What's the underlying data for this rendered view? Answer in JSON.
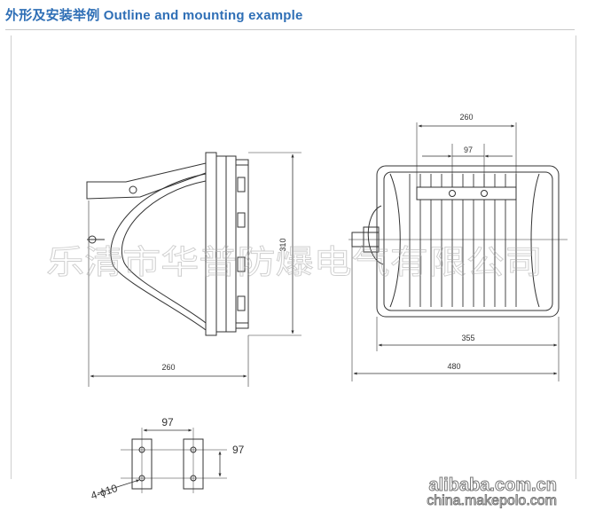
{
  "header": {
    "title": "外形及安装举例 Outline and mounting example"
  },
  "side_view": {
    "height_label": "310",
    "depth_label": "260"
  },
  "front_view": {
    "top_width_label": "260",
    "top_inner_label": "97",
    "body_width_label": "355",
    "overall_width_label": "480"
  },
  "mount_plate": {
    "spacing_h_label": "97",
    "spacing_v_label": "97",
    "hole_label": "4-ϕ10"
  },
  "watermarks": {
    "company": "乐清市华普防爆电气有限公司",
    "site_1": "alibaba.com.cn",
    "site_2": "china.makepolo.com"
  },
  "colors": {
    "title": "#2f6fb6",
    "line": "#333333",
    "watermark": "#a8a8a8"
  }
}
